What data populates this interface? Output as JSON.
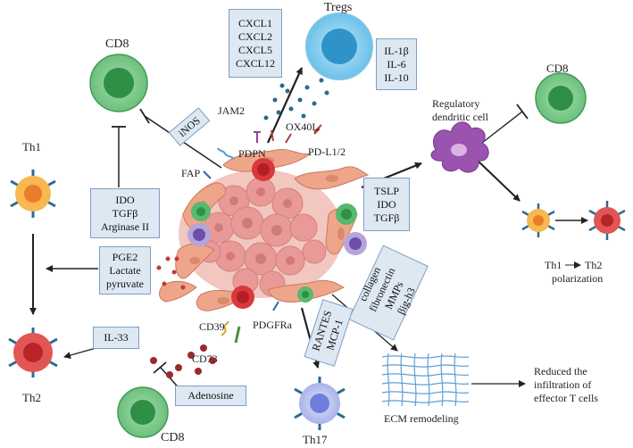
{
  "labels": {
    "tregs": "Tregs",
    "cd8_top": "CD8",
    "cd8_right": "CD8",
    "cd8_bottom": "CD8",
    "th1": "Th1",
    "th2": "Th2",
    "th17": "Th17",
    "jam2": "JAM2",
    "ox40l": "OX40L",
    "pdpn": "PDPN",
    "pdl12": "PD-L1/2",
    "fap": "FAP",
    "cd39": "CD39",
    "cd73": "CD73",
    "pdgfra": "PDGFRa",
    "regulatory_dc_line1": "Regulatory",
    "regulatory_dc_line2": "dendritic cell",
    "th1_th2_a": "Th1",
    "th1_th2_b": "Th2",
    "polarization": "polarization",
    "ecm_remodeling": "ECM remodeling",
    "reduced_line1": "Reduced the",
    "reduced_line2": "infiltration of",
    "reduced_line3": "effector T cells"
  },
  "boxes": {
    "chemokines": [
      "CXCL1",
      "CXCL2",
      "CXCL5",
      "CXCL12"
    ],
    "cytokines": [
      "IL-1β",
      "IL-6",
      "IL-10"
    ],
    "inos": "iNOS",
    "ido_tgfb_arg": [
      "IDO",
      "TGFβ",
      "Arginase II"
    ],
    "pge2": [
      "PGE2",
      "Lactate",
      "pyruvate"
    ],
    "il33": "IL-33",
    "adenosine": "Adenosine",
    "tslp": [
      "TSLP",
      "IDO",
      "TGFβ"
    ],
    "ecm_proteins": [
      "collagen",
      "fibronectin",
      "MMPs",
      "βig-h3"
    ],
    "rantes": [
      "RANTES",
      "MCP-1"
    ]
  },
  "colors": {
    "box_fill": "#dde8f3",
    "box_border": "#7f9fc3",
    "treg_blue": "#5bb8e6",
    "cd8_green": "#58b86e",
    "th1_orange": "#f29a2e",
    "th2_red": "#d9393a",
    "th17_lavender": "#9aa6e3",
    "dc_purple": "#9b53b0",
    "caf_salmon": "#eea58a",
    "tumor_pink": "#e99a98",
    "receptor_blue": "#2d6a92"
  }
}
